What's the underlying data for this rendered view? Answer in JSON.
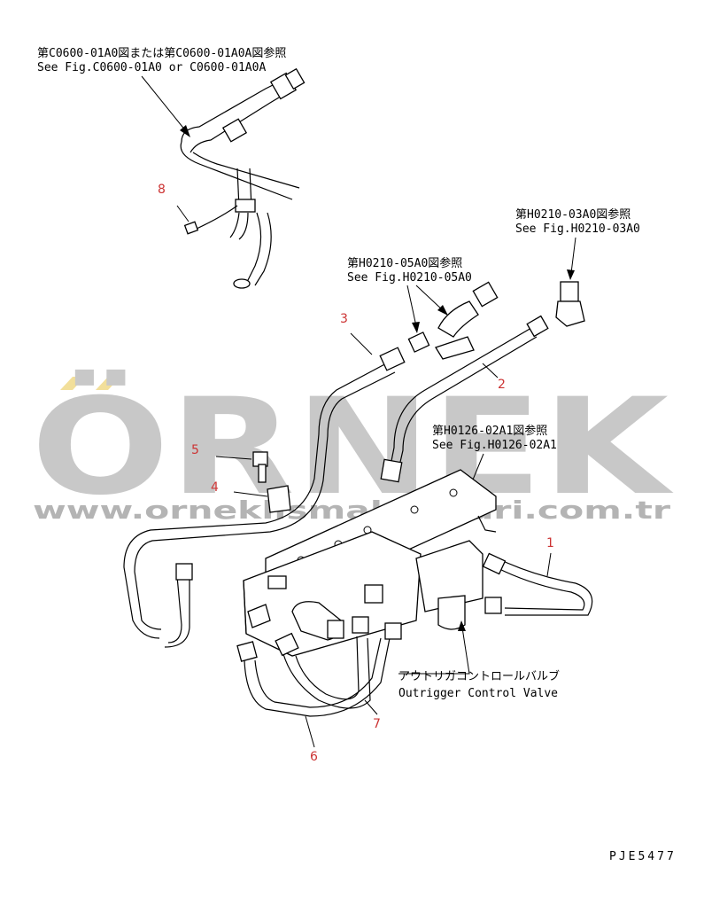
{
  "refs": {
    "c0600_jp": "第C0600-01A0図または第C0600-01A0A図参照",
    "c0600_en": "See Fig.C0600-01A0 or C0600-01A0A",
    "h0210_03_jp": "第H0210-03A0図参照",
    "h0210_03_en": "See Fig.H0210-03A0",
    "h0210_05_jp": "第H0210-05A0図参照",
    "h0210_05_en": "See Fig.H0210-05A0",
    "h0126_jp": "第H0126-02A1図参照",
    "h0126_en": "See Fig.H0126-02A1",
    "valve_jp": "アウトリガコントロールバルブ",
    "valve_en": "Outrigger Control Valve"
  },
  "part_numbers": [
    "1",
    "2",
    "3",
    "4",
    "5",
    "6",
    "7",
    "8"
  ],
  "watermark": {
    "brand": "ÖRNEK",
    "url": "www.orneklismakinalari.com.tr",
    "color": "#c8c8c8",
    "accent": "#f2df9a"
  },
  "drawing_code": "PJE5477",
  "colors": {
    "line": "#000000",
    "part_number": "#cc3333",
    "background": "#ffffff"
  }
}
